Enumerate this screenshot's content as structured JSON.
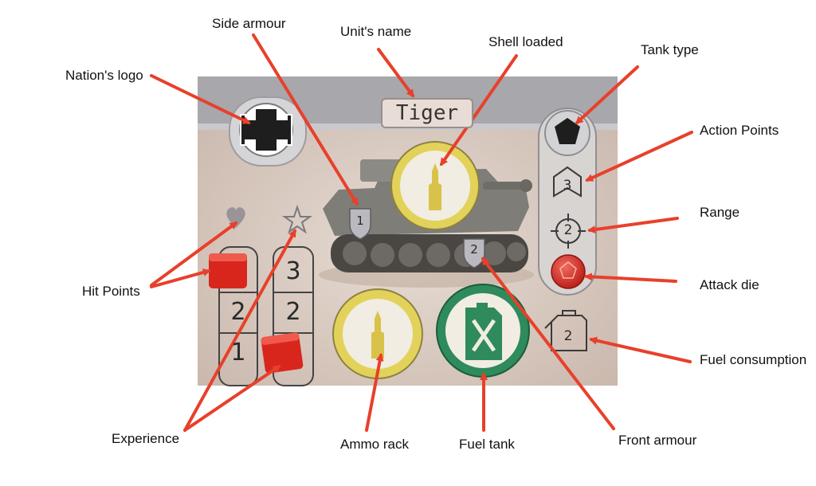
{
  "card": {
    "unit_name": "Tiger",
    "side_armour": "1",
    "front_armour": "2",
    "action_points": "3",
    "range": "2",
    "fuel_consumption": "2",
    "track_left": [
      "2",
      "1"
    ],
    "track_right": [
      "3",
      "2"
    ]
  },
  "labels": {
    "side_armour": "Side armour",
    "units_name": "Unit's name",
    "shell_loaded": "Shell loaded",
    "tank_type": "Tank type",
    "nations_logo": "Nation's logo",
    "action_points": "Action Points",
    "range": "Range",
    "hit_points": "Hit Points",
    "attack_die": "Attack die",
    "fuel_consumption": "Fuel consumption",
    "experience": "Experience",
    "ammo_rack": "Ammo rack",
    "fuel_tank": "Fuel tank",
    "front_armour": "Front armour"
  },
  "colors": {
    "arrow": "#e8402a",
    "card_bg": "#d9cbc2",
    "header_band": "#a7a7ac",
    "token_yellow": "#e2d25a",
    "token_green": "#2f8a5c",
    "cube_red": "#e0281f"
  }
}
